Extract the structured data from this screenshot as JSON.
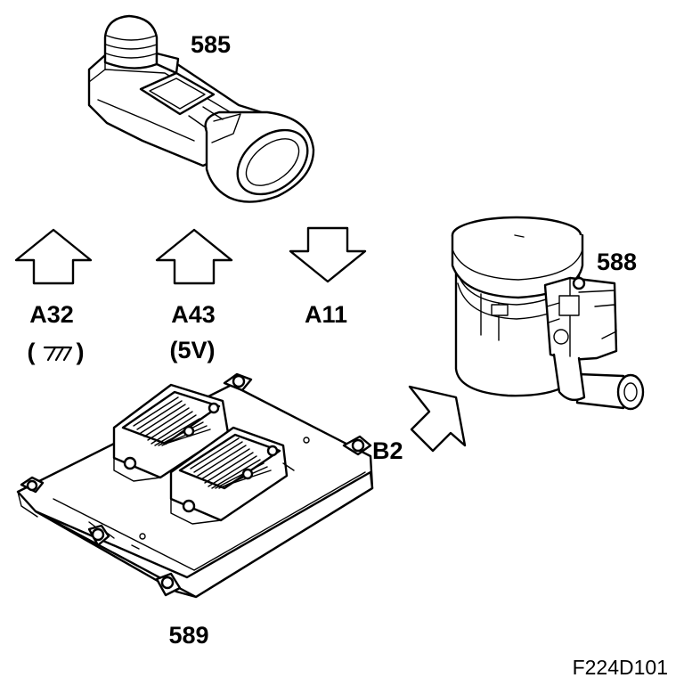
{
  "components": {
    "map_sensor": {
      "number": "585"
    },
    "valve": {
      "number": "588"
    },
    "ecu": {
      "number": "589"
    }
  },
  "signals": [
    {
      "pin": "A32",
      "note": "(⏚)",
      "direction": "up"
    },
    {
      "pin": "A43",
      "note": "(5V)",
      "direction": "up"
    },
    {
      "pin": "A11",
      "note": "",
      "direction": "down"
    }
  ],
  "connection": {
    "pin": "B2",
    "direction": "toward-valve"
  },
  "figure_ref": "F224D101"
}
